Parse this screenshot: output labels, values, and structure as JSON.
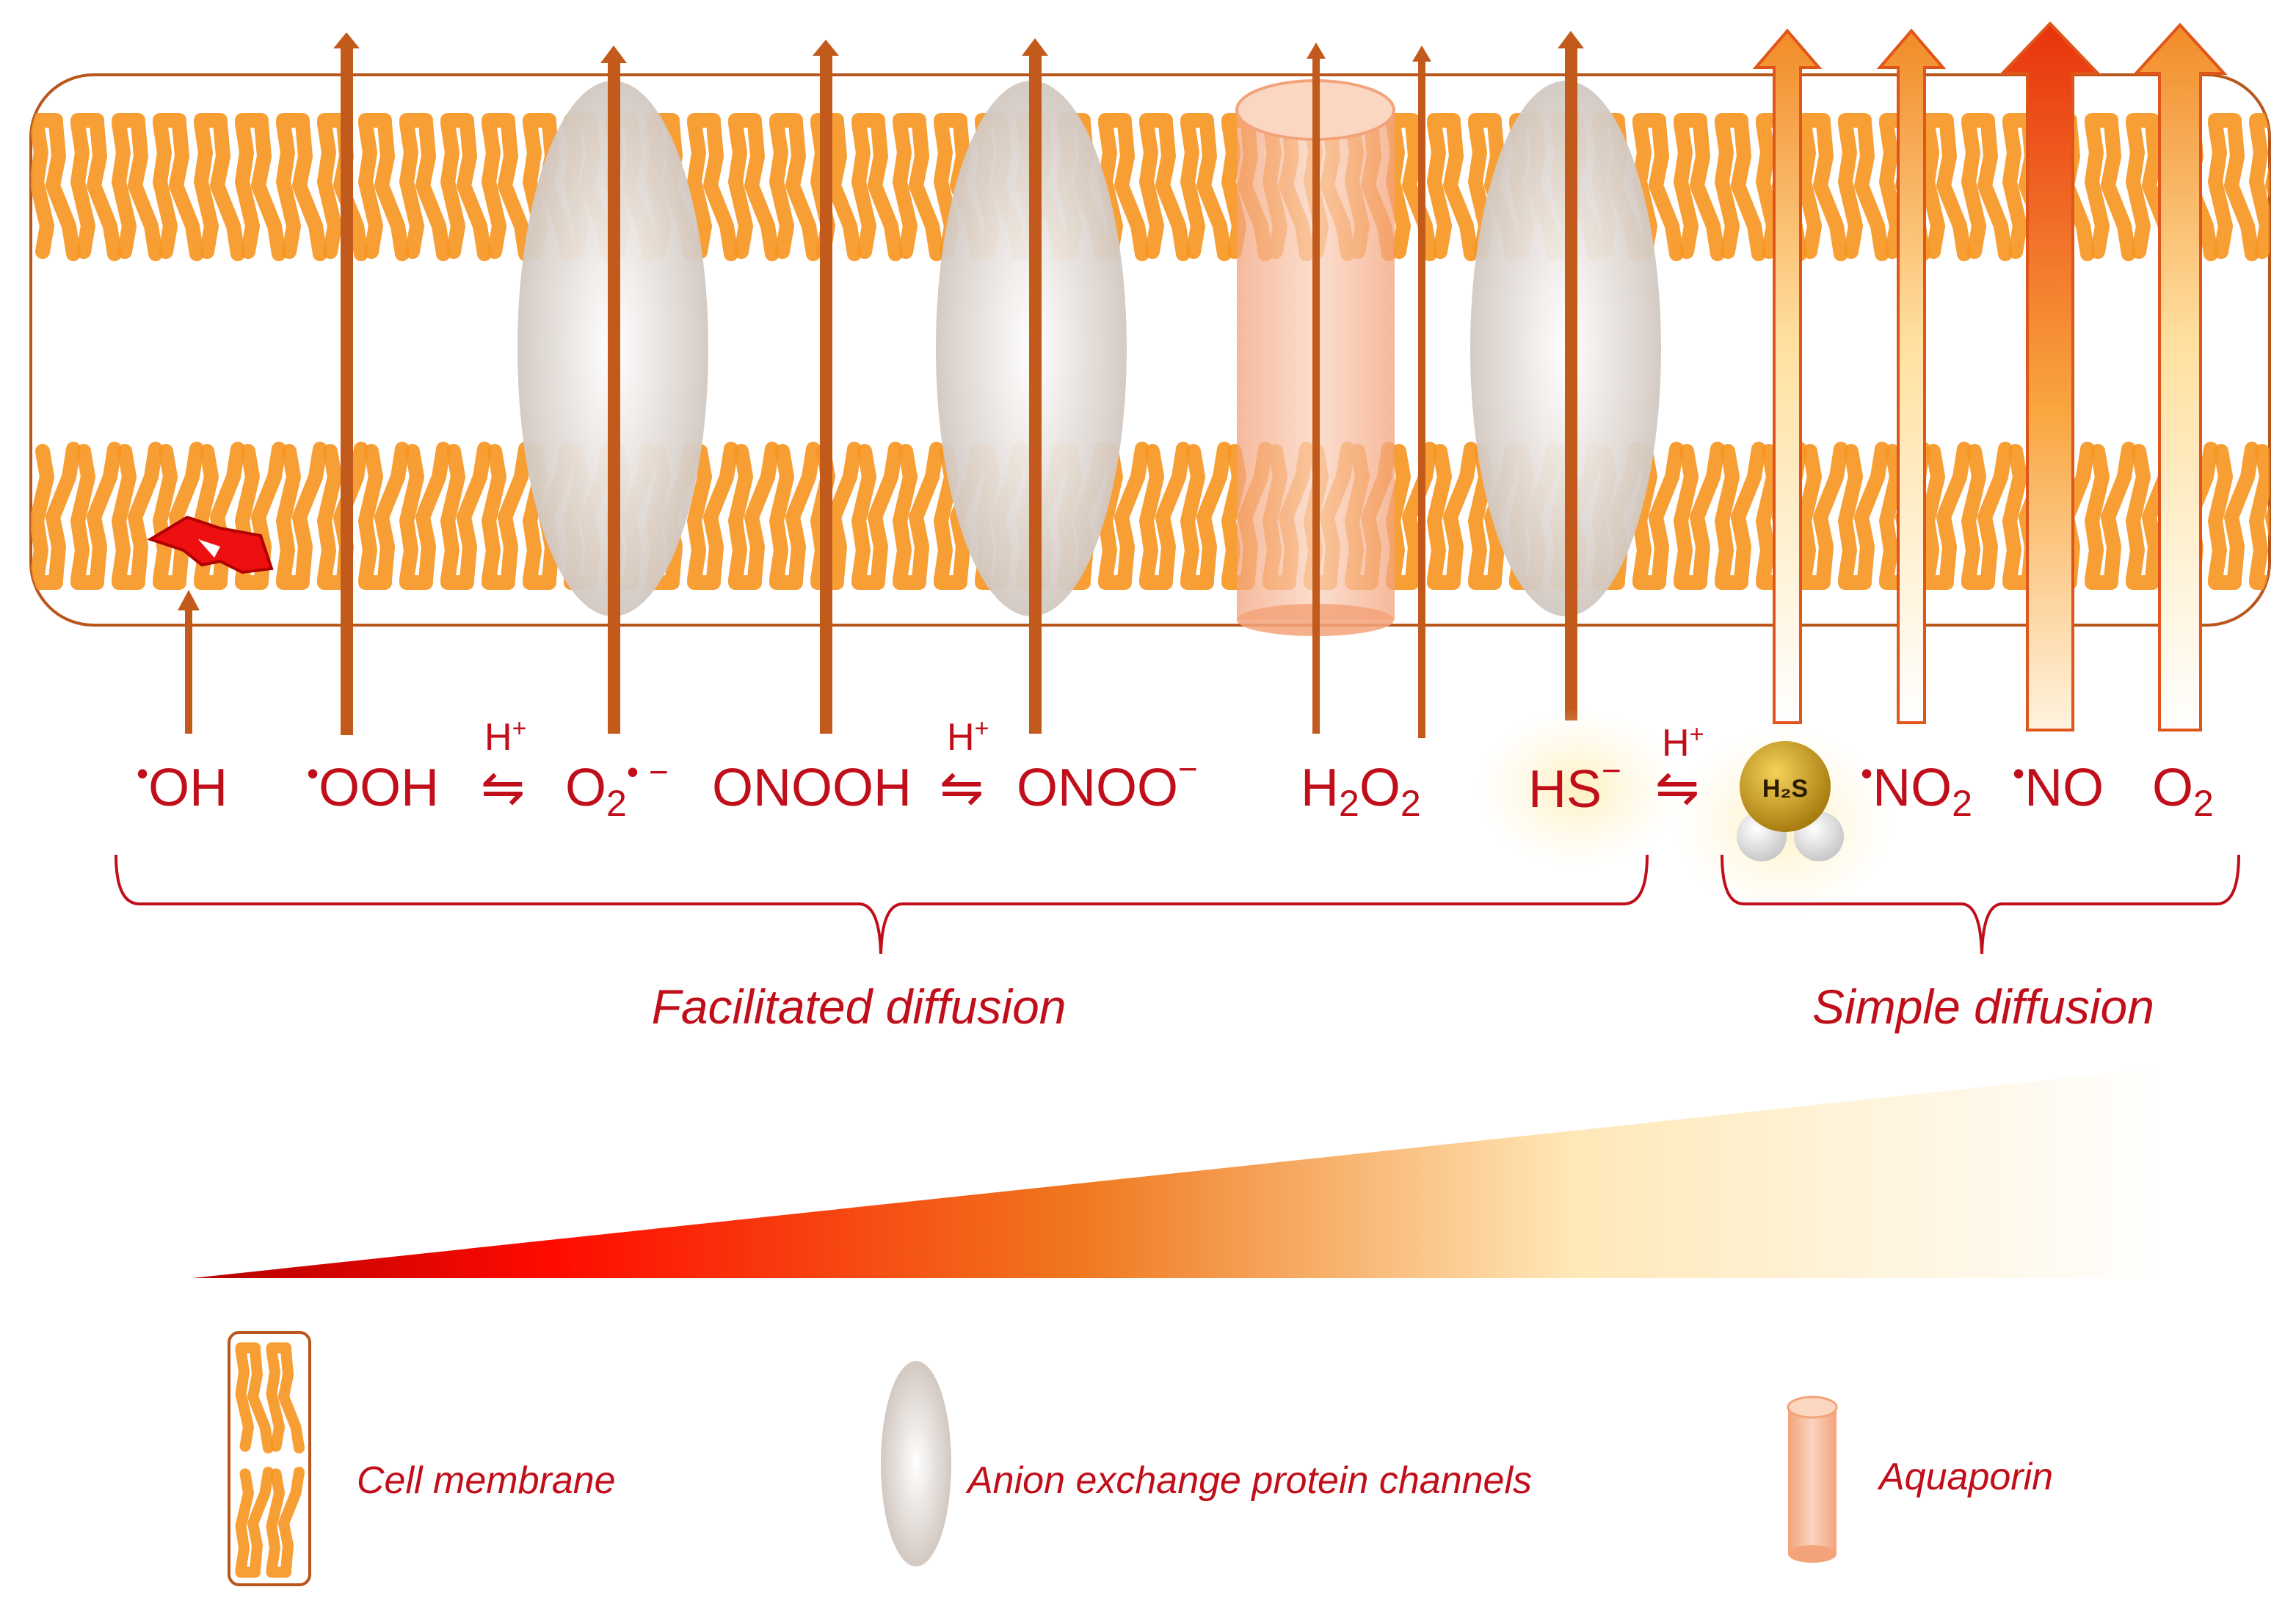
{
  "species": {
    "oh": "OH",
    "ooh": "OOH",
    "o2_superoxide": "O",
    "onooh": "ONOOH",
    "onoo": "ONOO",
    "h2o2_h": "H",
    "h2o2_o": "O",
    "hs": "HS",
    "no2": "NO",
    "no": "NO",
    "o2": "O"
  },
  "symbols": {
    "radical_dot": "•",
    "minus": "−",
    "sub_2": "2",
    "proton": "H",
    "proton_charge": "+",
    "equilibrium_arrow": "⇋"
  },
  "molecule_label": "H₂S",
  "groups": {
    "facilitated": "Facilitated diffusion",
    "simple": "Simple diffusion"
  },
  "legend": {
    "membrane": "Cell membrane",
    "anion_channel": "Anion exchange protein channels",
    "aquaporin": "Aquaporin"
  },
  "colors": {
    "membrane_outline": "#b8561c",
    "lipid": "#f6931f",
    "arrow": "#c25a1c",
    "text": "#c00f1a",
    "gradient_start": "#ff1a0a",
    "gradient_end": "#ffffff"
  },
  "icons": {
    "radical_damage": "red-lipid-damage-icon",
    "h2s_molecule": "h2s-molecule-icon"
  }
}
